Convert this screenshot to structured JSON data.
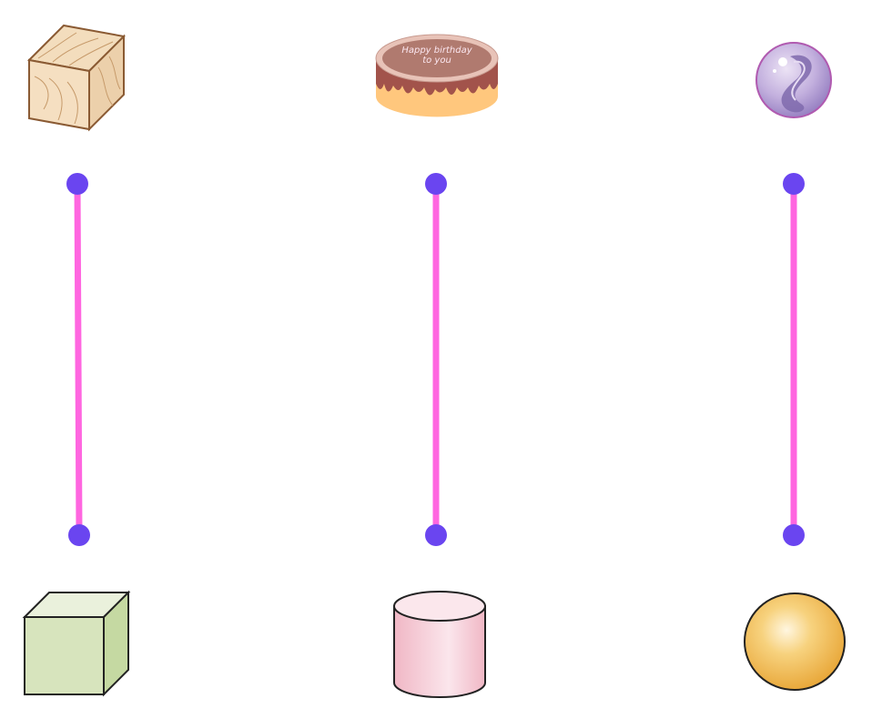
{
  "game": {
    "type": "matching",
    "top_items": [
      {
        "name": "wood-cube",
        "kind": "cube",
        "texture": "wood"
      },
      {
        "name": "birthday-cake",
        "kind": "cylinder",
        "texture": "cake"
      },
      {
        "name": "marble",
        "kind": "sphere",
        "texture": "marble"
      }
    ],
    "bottom_items": [
      {
        "name": "green-cube",
        "kind": "cube",
        "color": "#d7e4bd"
      },
      {
        "name": "pink-cylinder",
        "kind": "cylinder",
        "color": "#f4c7d3"
      },
      {
        "name": "orange-sphere",
        "kind": "sphere",
        "color": "#f5c35a"
      }
    ],
    "connections": [
      {
        "from": "wood-cube",
        "to": "green-cube"
      },
      {
        "from": "birthday-cake",
        "to": "pink-cylinder"
      },
      {
        "from": "marble",
        "to": "orange-sphere"
      }
    ],
    "cake_inscription": [
      "Happy birthday",
      "to you"
    ]
  },
  "colors": {
    "line": "#ff66e0",
    "dot": "#6a45f0",
    "wood_light": "#f3ddbd",
    "wood_edge": "#8a5a33",
    "cake_top": "#b07a6f",
    "cake_side": "#a2534b",
    "cake_frosting": "#ffc77d",
    "marble_fill": "#b9a3d6",
    "marble_edge": "#b05ab0"
  }
}
